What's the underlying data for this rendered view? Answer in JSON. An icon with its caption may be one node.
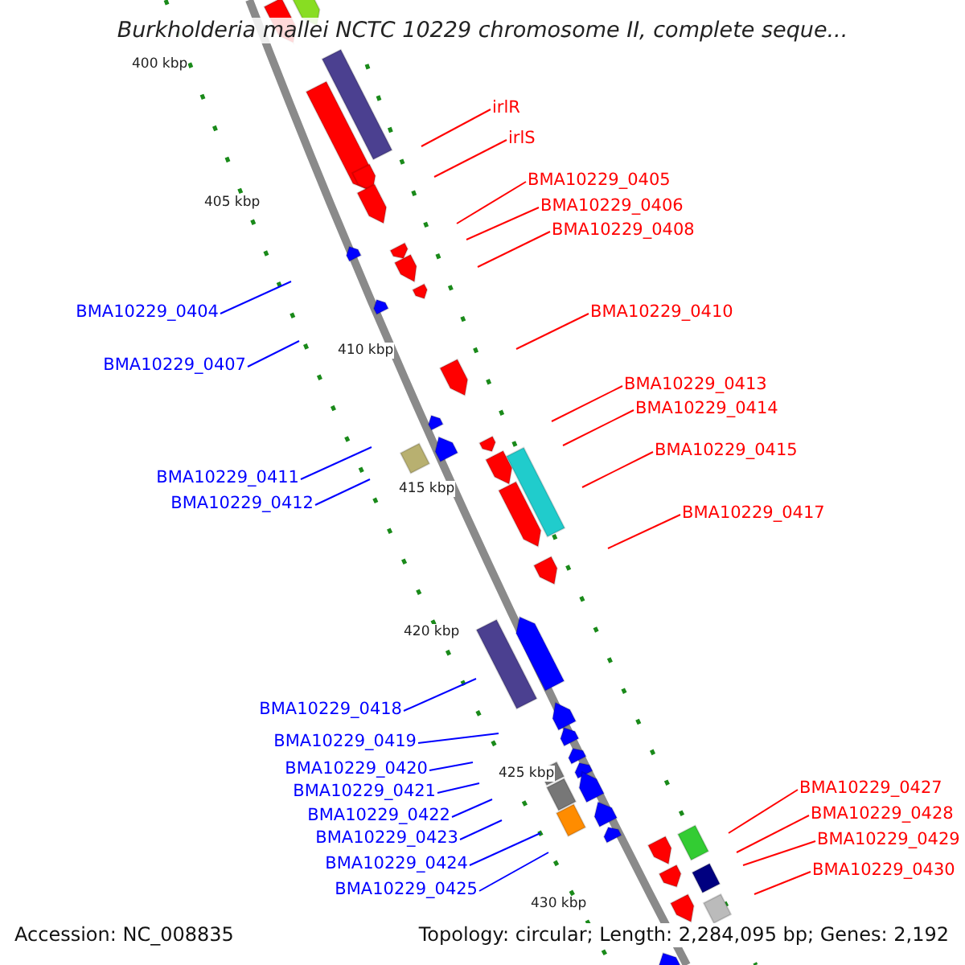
{
  "diagram": {
    "title": "Burkholderia mallei NCTC 10229 chromosome II, complete seque...",
    "nodes": [
      {
        "text": [
          "irlR"
        ]
      },
      {
        "text": [
          "irlS"
        ]
      },
      {
        "text": [
          "BMA10229_0405"
        ]
      },
      {
        "text": [
          "BMA10229_0406"
        ]
      },
      {
        "text": [
          "BMA10229_0408"
        ]
      },
      {
        "text": [
          "BMA10229_0410"
        ]
      },
      {
        "text": [
          "BMA10229_0413"
        ]
      },
      {
        "text": [
          "BMA10229_0414"
        ]
      },
      {
        "text": [
          "BMA10229_0415"
        ]
      },
      {
        "text": [
          "BMA10229_0417"
        ]
      },
      {
        "text": [
          "BMA10229_0404"
        ]
      },
      {
        "text": [
          "BMA10229_0407"
        ]
      },
      {
        "text": [
          "BMA10229_0411"
        ]
      },
      {
        "text": [
          "BMA10229_0412"
        ]
      },
      {
        "text": [
          "BMA10229_0418"
        ]
      },
      {
        "text": [
          "BMA10229_0419"
        ]
      },
      {
        "text": [
          "BMA10229_0420"
        ]
      },
      {
        "text": [
          "BMA10229_0421"
        ]
      },
      {
        "text": [
          "BMA10229_0422"
        ]
      },
      {
        "text": [
          "BMA10229_0423"
        ]
      },
      {
        "text": [
          "BMA10229_0424"
        ]
      },
      {
        "text": [
          "BMA10229_0425"
        ]
      },
      {
        "text": [
          "BMA10229_0427"
        ]
      },
      {
        "text": [
          "BMA10229_0428"
        ]
      },
      {
        "text": [
          "BMA10229_0429"
        ]
      },
      {
        "text": [
          "BMA10229_0430"
        ]
      }
    ],
    "edges": [
      {
        "from": 0,
        "to": null,
        "arrow": "none"
      },
      {
        "from": 1,
        "to": null,
        "arrow": "none"
      },
      {
        "from": 2,
        "to": null,
        "arrow": "none"
      },
      {
        "from": 3,
        "to": null,
        "arrow": "none"
      },
      {
        "from": 4,
        "to": null,
        "arrow": "none"
      },
      {
        "from": 5,
        "to": null,
        "arrow": "none"
      },
      {
        "from": 6,
        "to": null,
        "arrow": "none"
      },
      {
        "from": 7,
        "to": null,
        "arrow": "none"
      },
      {
        "from": 8,
        "to": null,
        "arrow": "none"
      },
      {
        "from": 9,
        "to": null,
        "arrow": "none"
      },
      {
        "from": 10,
        "to": null,
        "arrow": "none",
        "color": "#0000ff"
      },
      {
        "from": 11,
        "to": null,
        "arrow": "none",
        "color": "#0000ff"
      },
      {
        "from": 12,
        "to": null,
        "arrow": "none",
        "color": "#0000ff"
      },
      {
        "from": 13,
        "to": null,
        "arrow": "none",
        "color": "#0000ff"
      },
      {
        "from": 14,
        "to": null,
        "arrow": "none",
        "color": "#0000ff"
      },
      {
        "from": 15,
        "to": null,
        "arrow": "none",
        "color": "#0000ff"
      },
      {
        "from": 16,
        "to": null,
        "arrow": "none",
        "color": "#0000ff"
      },
      {
        "from": 17,
        "to": null,
        "arrow": "none",
        "color": "#0000ff"
      },
      {
        "from": 18,
        "to": null,
        "arrow": "none",
        "color": "#0000ff"
      },
      {
        "from": 19,
        "to": null,
        "arrow": "none",
        "color": "#0000ff"
      },
      {
        "from": 20,
        "to": null,
        "arrow": "none",
        "color": "#0000ff"
      },
      {
        "from": 21,
        "to": null,
        "arrow": "none",
        "color": "#0000ff"
      },
      {
        "from": 22,
        "to": null,
        "arrow": "none"
      },
      {
        "from": 23,
        "to": null,
        "arrow": "none"
      },
      {
        "from": 24,
        "to": null,
        "arrow": "none"
      },
      {
        "from": 25,
        "to": null,
        "arrow": "none"
      }
    ],
    "labels": [
      "400 kbp",
      "405 kbp",
      "410 kbp",
      "415 kbp",
      "420 kbp",
      "425 kbp",
      "430 kbp",
      "Accession: NC_008835",
      "Topology: circular; Length: 2,284,095 bp; Genes: 2,192"
    ]
  }
}
